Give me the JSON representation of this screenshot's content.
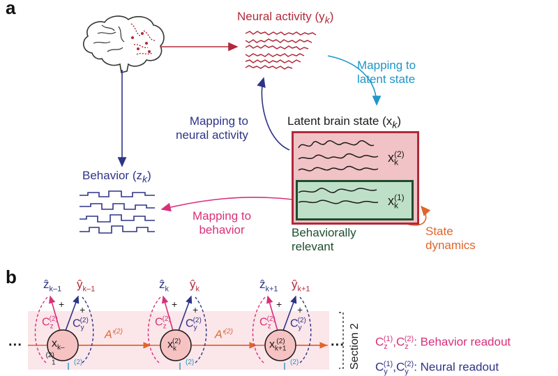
{
  "panel_a": {
    "letter": "a",
    "neural_activity": "Neural activity (y",
    "neural_activity_sub": "k",
    "mapping_latent": "Mapping to\nlatent state",
    "mapping_neural": "Mapping to\nneural activity",
    "latent_state": "Latent brain state (x",
    "latent_state_sub": "k",
    "behavior": "Behavior (z",
    "behavior_sub": "k",
    "mapping_behavior": "Mapping to\nbehavior",
    "behaviorally_relevant": "Behaviorally\nrelevant",
    "state_dynamics": "State\ndynamics",
    "x2_label": "x",
    "x2_sub": "k",
    "x2_sup": "(2)",
    "x1_label": "x",
    "x1_sub": "k",
    "x1_sup": "(1)"
  },
  "panel_b": {
    "letter": "b",
    "z_hats": [
      "ẑ",
      "ẑ",
      "ẑ"
    ],
    "z_subs": [
      "k–1",
      "k",
      "k+1"
    ],
    "y_hats": [
      "ŷ",
      "ŷ",
      "ŷ"
    ],
    "y_subs": [
      "k–1",
      "k",
      "k+1"
    ],
    "nodes": [
      "x",
      "x",
      "x"
    ],
    "node_subs": [
      "k–1",
      "k",
      "k+1"
    ],
    "node_sup": "(2)",
    "transition": "A′",
    "transition_sup": "(2)",
    "cz": "C",
    "cz_sub": "z",
    "cy": "C",
    "cy_sub": "y",
    "c_sup": "(2)",
    "plus": "+",
    "ellipsis": "···",
    "section": "Section 2",
    "legend_behavior": ": Behavior readout",
    "legend_neural": ": Neural readout",
    "legend_c1": "C",
    "legend_c1_sub": "z",
    "legend_c1_sup": "(1)",
    "legend_c2": "C",
    "legend_c2_sub": "z",
    "legend_c2_sup": "(2)",
    "legend_n1": "C",
    "legend_n1_sub": "y",
    "legend_n1_sup": "(1)",
    "legend_n2": "C",
    "legend_n2_sub": "y",
    "legend_n2_sup": "(2)",
    "partial_sup": "(2)"
  },
  "colors": {
    "neural": "#b02a3a",
    "latent_arrow": "#1f96c8",
    "neural_arrow": "#2e3487",
    "behavior": "#2e3487",
    "behavior_arrow": "#d8307a",
    "red_box_fill": "#f1c3c6",
    "green_box_fill": "#bfe0c8",
    "dynamics": "#e0652a",
    "transition": "#e0652a",
    "node_fill": "#f6c2c2"
  },
  "icons": [
    "brain-icon"
  ]
}
